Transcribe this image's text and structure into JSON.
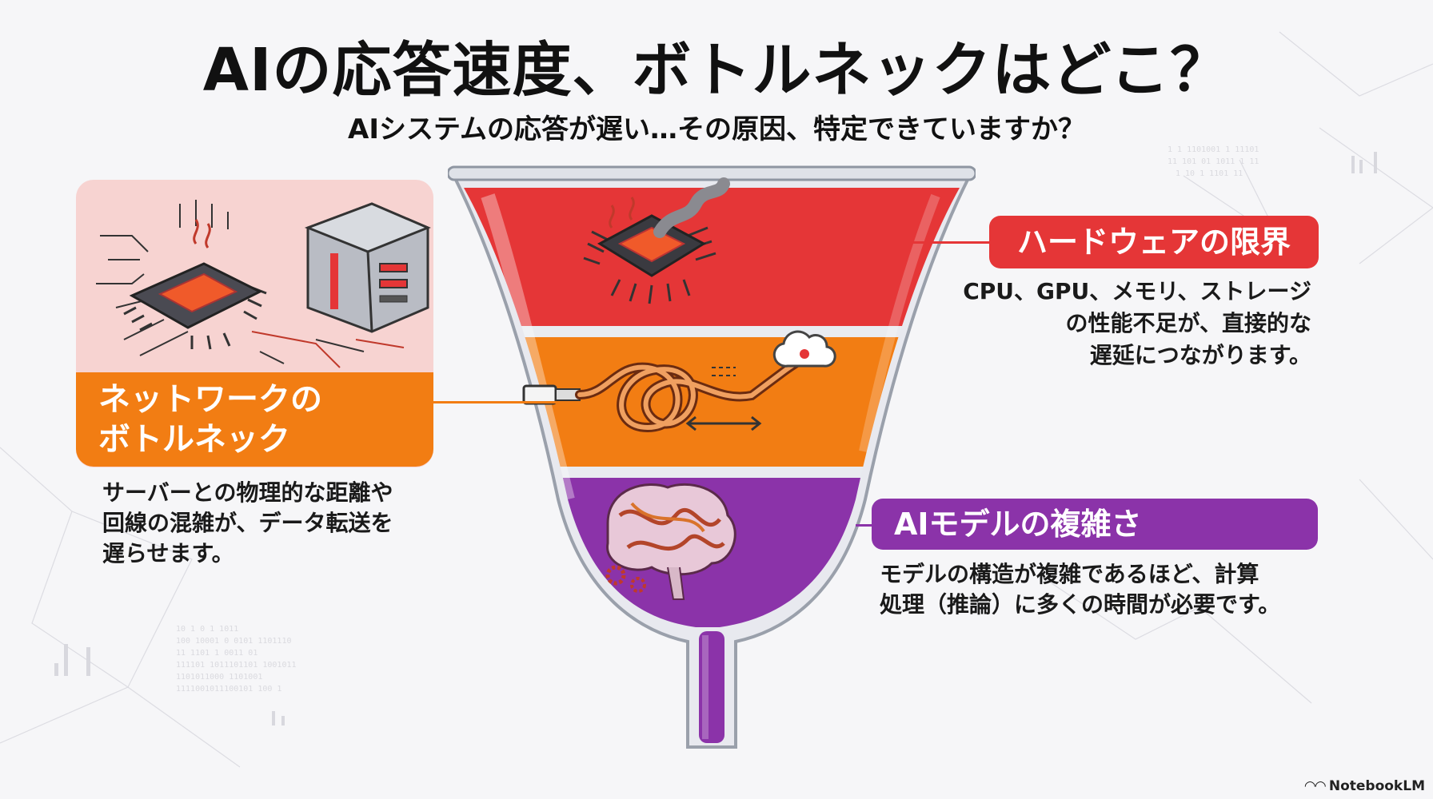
{
  "header": {
    "title": "AIの応答速度、ボトルネックはどこ？",
    "subtitle": "AIシステムの応答が遅い…その原因、特定できていますか？"
  },
  "funnel": {
    "layers": [
      {
        "name": "hardware",
        "color": "#e53637",
        "icon": "overheating-chip-icon"
      },
      {
        "name": "network",
        "color": "#f27d13",
        "icon": "tangled-cable-icon"
      },
      {
        "name": "model",
        "color": "#8b33a9",
        "icon": "tangled-brain-icon"
      }
    ]
  },
  "callouts": {
    "hardware": {
      "label": "ハードウェアの限界",
      "desc_lines": [
        "CPU、GPU、メモリ、ストレージ",
        "の性能不足が、直接的な",
        "遅延につながります。"
      ],
      "color": "#e53637"
    },
    "network": {
      "label_lines": [
        "ネットワークの",
        "ボトルネック"
      ],
      "desc_lines": [
        "サーバーとの物理的な距離や",
        "回線の混雑が、データ転送を",
        "遅らせます。"
      ],
      "color": "#f27d13",
      "icon": "chip-and-server-icon"
    },
    "model": {
      "label": "AIモデルの複雑さ",
      "desc_lines": [
        "モデルの構造が複雑であるほど、計算",
        "処理（推論）に多くの時間が必要です。"
      ],
      "color": "#8b33a9"
    }
  },
  "brand": {
    "name": "NotebookLM",
    "icon": "notebooklm-logo-icon"
  }
}
